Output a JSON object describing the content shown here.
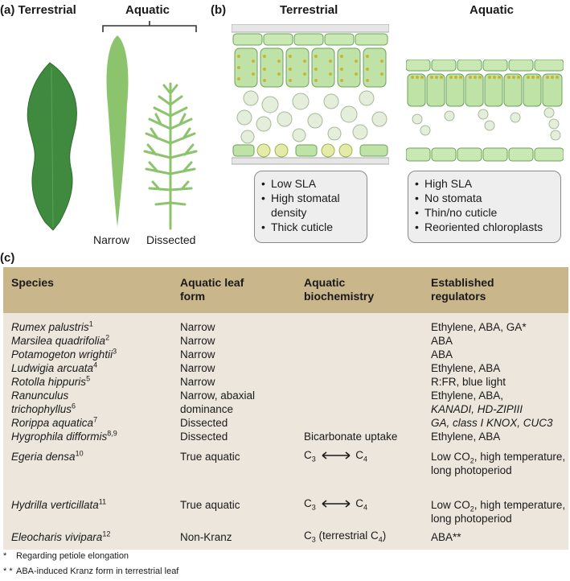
{
  "panel_a": {
    "label": "(a)",
    "terrestrial": "Terrestrial",
    "aquatic": "Aquatic",
    "narrow": "Narrow",
    "dissected": "Dissected"
  },
  "panel_b": {
    "label": "(b)",
    "terrestrial": "Terrestrial",
    "aquatic": "Aquatic",
    "terrestrial_traits": [
      "Low SLA",
      "High stomatal density",
      "Thick cuticle"
    ],
    "aquatic_traits": [
      "High SLA",
      "No stomata",
      "Thin/no cuticle",
      "Reoriented chloroplasts"
    ]
  },
  "panel_c": {
    "label": "(c)",
    "headers": [
      "Species",
      "Aquatic leaf form",
      "Aquatic biochemistry",
      "Established regulators"
    ],
    "rows": [
      {
        "species": "Rumex palustris",
        "ref": "1",
        "form": "Narrow",
        "bio": "",
        "reg": "Ethylene, ABA, GA*"
      },
      {
        "species": "Marsilea quadrifolia",
        "ref": "2",
        "form": "Narrow",
        "bio": "",
        "reg": "ABA"
      },
      {
        "species": "Potamogeton wrightii",
        "ref": "3",
        "form": "Narrow",
        "bio": "",
        "reg": "ABA"
      },
      {
        "species": "Ludwigia arcuata",
        "ref": "4",
        "form": "Narrow",
        "bio": "",
        "reg": "Ethylene, ABA"
      },
      {
        "species": "Rotolla hippuris",
        "ref": "5",
        "form": "Narrow",
        "bio": "",
        "reg": "R:FR, blue light"
      },
      {
        "species": "Ranunculus",
        "ref": "",
        "form": "Narrow, abaxial",
        "bio": "",
        "reg": "Ethylene, ABA,"
      },
      {
        "species": "trichophyllus",
        "ref": "6",
        "form": "dominance",
        "bio": "",
        "reg": "KANADI, HD-ZIPIII"
      },
      {
        "species": "Rorippa aquatica",
        "ref": "7",
        "form": "Dissected",
        "bio": "",
        "reg": "GA, class I KNOX, CUC3"
      },
      {
        "species": "Hygrophila difformis",
        "ref": "8,9",
        "form": "Dissected",
        "bio": "Bicarbonate uptake",
        "reg": "Ethylene, ABA"
      },
      {
        "species": "Egeria densa",
        "ref": "10",
        "form": "True aquatic",
        "bio": "",
        "reg": "Low CO"
      },
      {
        "species": "",
        "ref": "",
        "form": "",
        "bio": "",
        "reg": "long photoperiod"
      },
      {
        "species": "Hydrilla verticillata",
        "ref": "11",
        "form": "True aquatic",
        "bio": "",
        "reg": "Low CO"
      },
      {
        "species": "",
        "ref": "",
        "form": "",
        "bio": "",
        "reg": "long photoperiod"
      },
      {
        "species": "Eleocharis vivipara",
        "ref": "12",
        "form": "Non-Kranz",
        "bio": "",
        "reg": "ABA**"
      }
    ],
    "c3c4": {
      "c": "C",
      "s3": "3",
      "s4": "4"
    },
    "egeria_reg_tail": ", high temperature,",
    "hydrilla_reg_tail": ", high temperature,",
    "co2_sub": "2",
    "eleocharis_bio": {
      "a": "C",
      "s3": "3",
      "b": " (terrestrial C",
      "s4": "4",
      "c": ")"
    }
  },
  "footnotes": [
    {
      "mark": "*",
      "text": "Regarding petiole elongation"
    },
    {
      "mark": "* *",
      "text": "ABA-induced Kranz form in terrestrial leaf"
    }
  ],
  "colors": {
    "leaf_dark": "#3f8a3f",
    "leaf_light": "#8cc46e",
    "cell_green": "#bfe3a7",
    "table_header": "#c9b68a",
    "table_body": "#ece6dc"
  }
}
